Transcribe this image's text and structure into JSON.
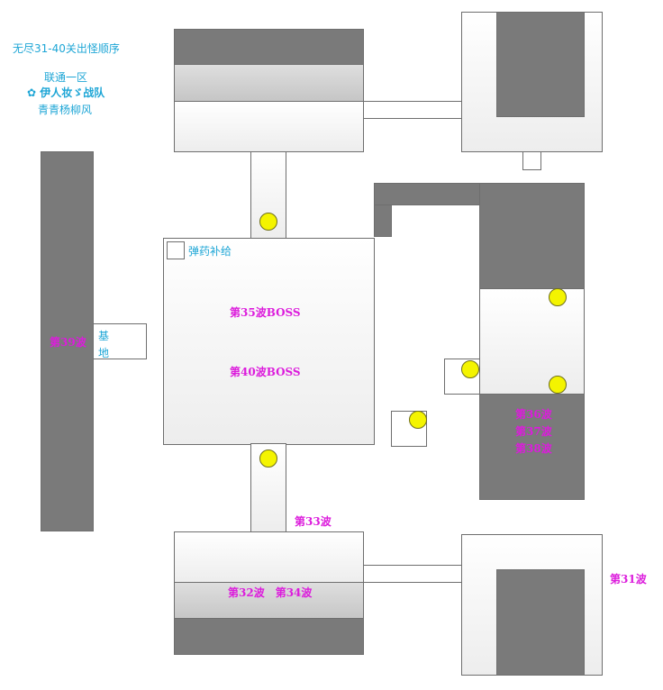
{
  "header": {
    "title": "无尽31-40关出怪顺序",
    "server": "联通一区",
    "team": "✿ 伊人妆ゞ战队",
    "author": "青青杨柳风"
  },
  "labels": {
    "ammo": "弹药补给",
    "base_line1": "基",
    "base_line2": "地",
    "wave35": "第35波BOSS",
    "wave40": "第40波BOSS",
    "wave39": "第39波",
    "wave36": "第36波",
    "wave37": "第37波",
    "wave38": "第38波",
    "wave33": "第33波",
    "wave32_34": "第32波　第34波",
    "wave31": "第31波"
  },
  "colors": {
    "header_text": "#1ea6d6",
    "wave_text": "#dc1cdc",
    "marker": "#f4f400",
    "room_dark": "#7a7a7a"
  }
}
